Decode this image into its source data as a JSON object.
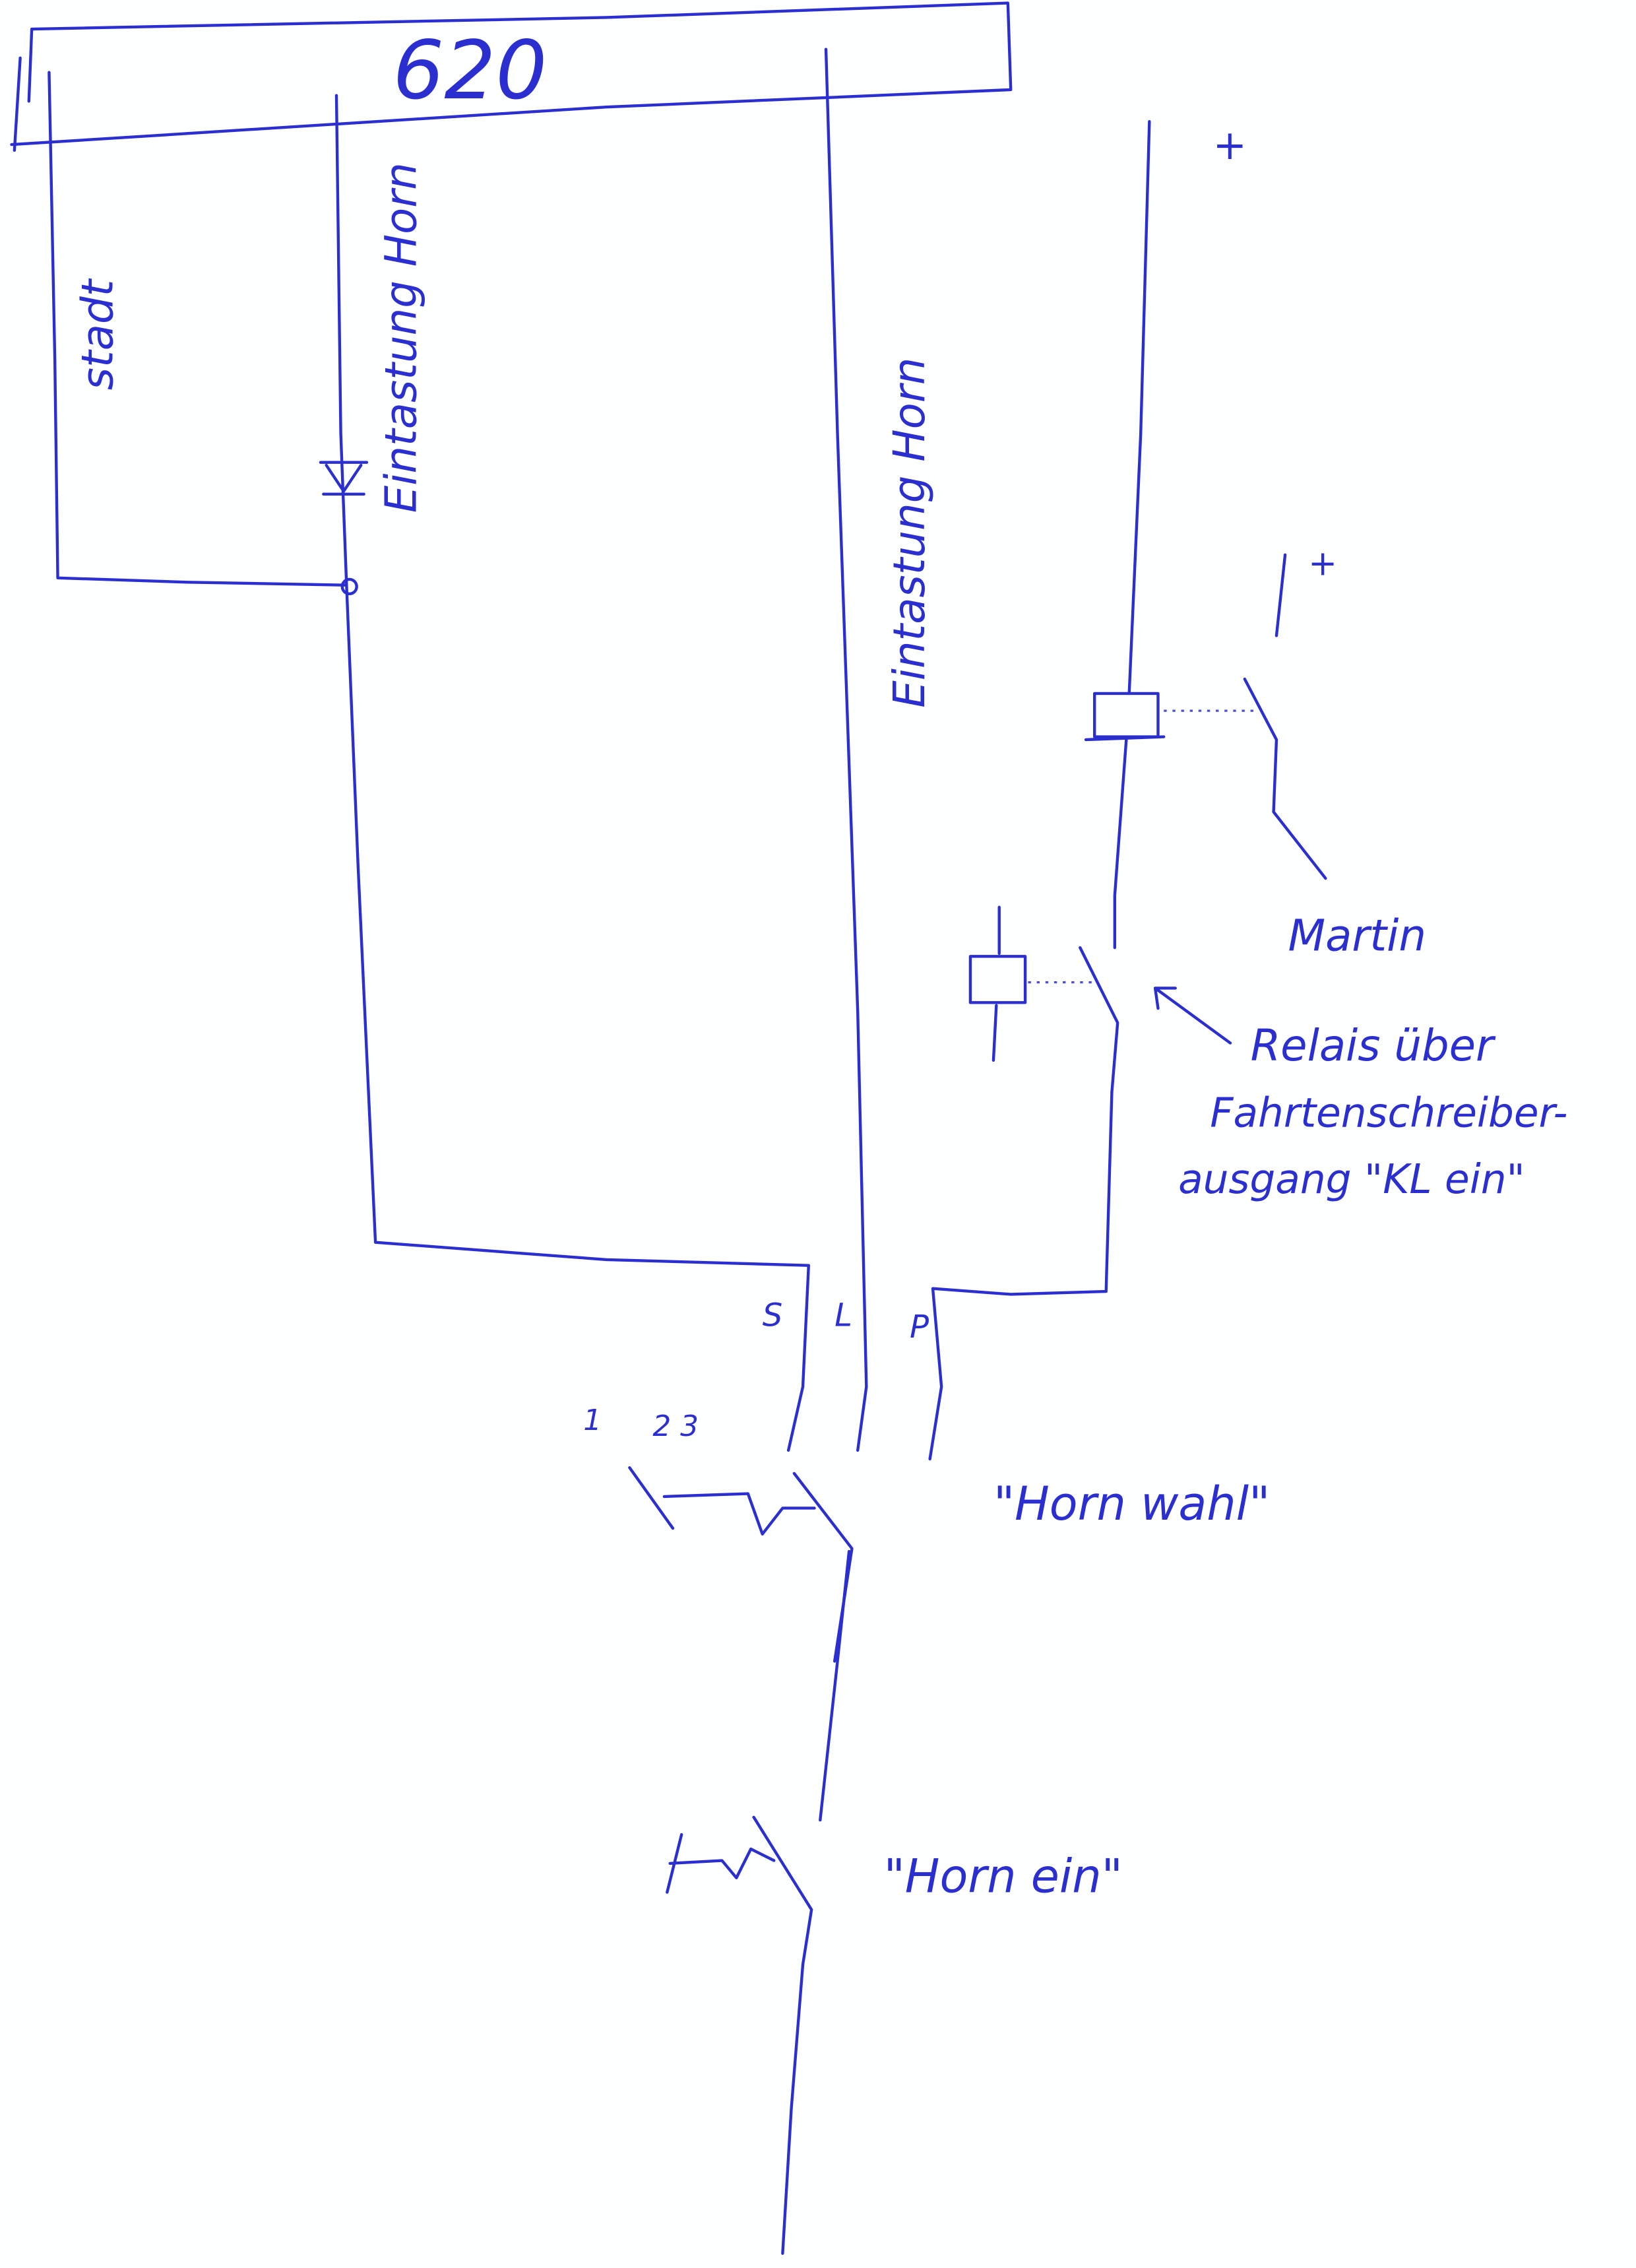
{
  "title_box": {
    "label": "620"
  },
  "labels": {
    "stadt": "stadt",
    "eintastung_left": "Eintastung Horn",
    "eintastung_right": "Eintastung Horn",
    "plus_top": "+",
    "plus_martin": "+",
    "martin": "Martin",
    "relais_line1": "Relais über",
    "relais_line2": "Fahrtenschreiber-",
    "relais_line3": "ausgang \"KL ein\"",
    "terminal_s": "S",
    "terminal_l": "L",
    "terminal_p": "P",
    "pos_1": "1",
    "pos_23": "2 3",
    "horn_wahl": "\"Horn wahl\"",
    "horn_ein": "\"Horn ein\""
  },
  "colors": {
    "ink": "#2b2fd0",
    "paper": "#fdfefe"
  }
}
